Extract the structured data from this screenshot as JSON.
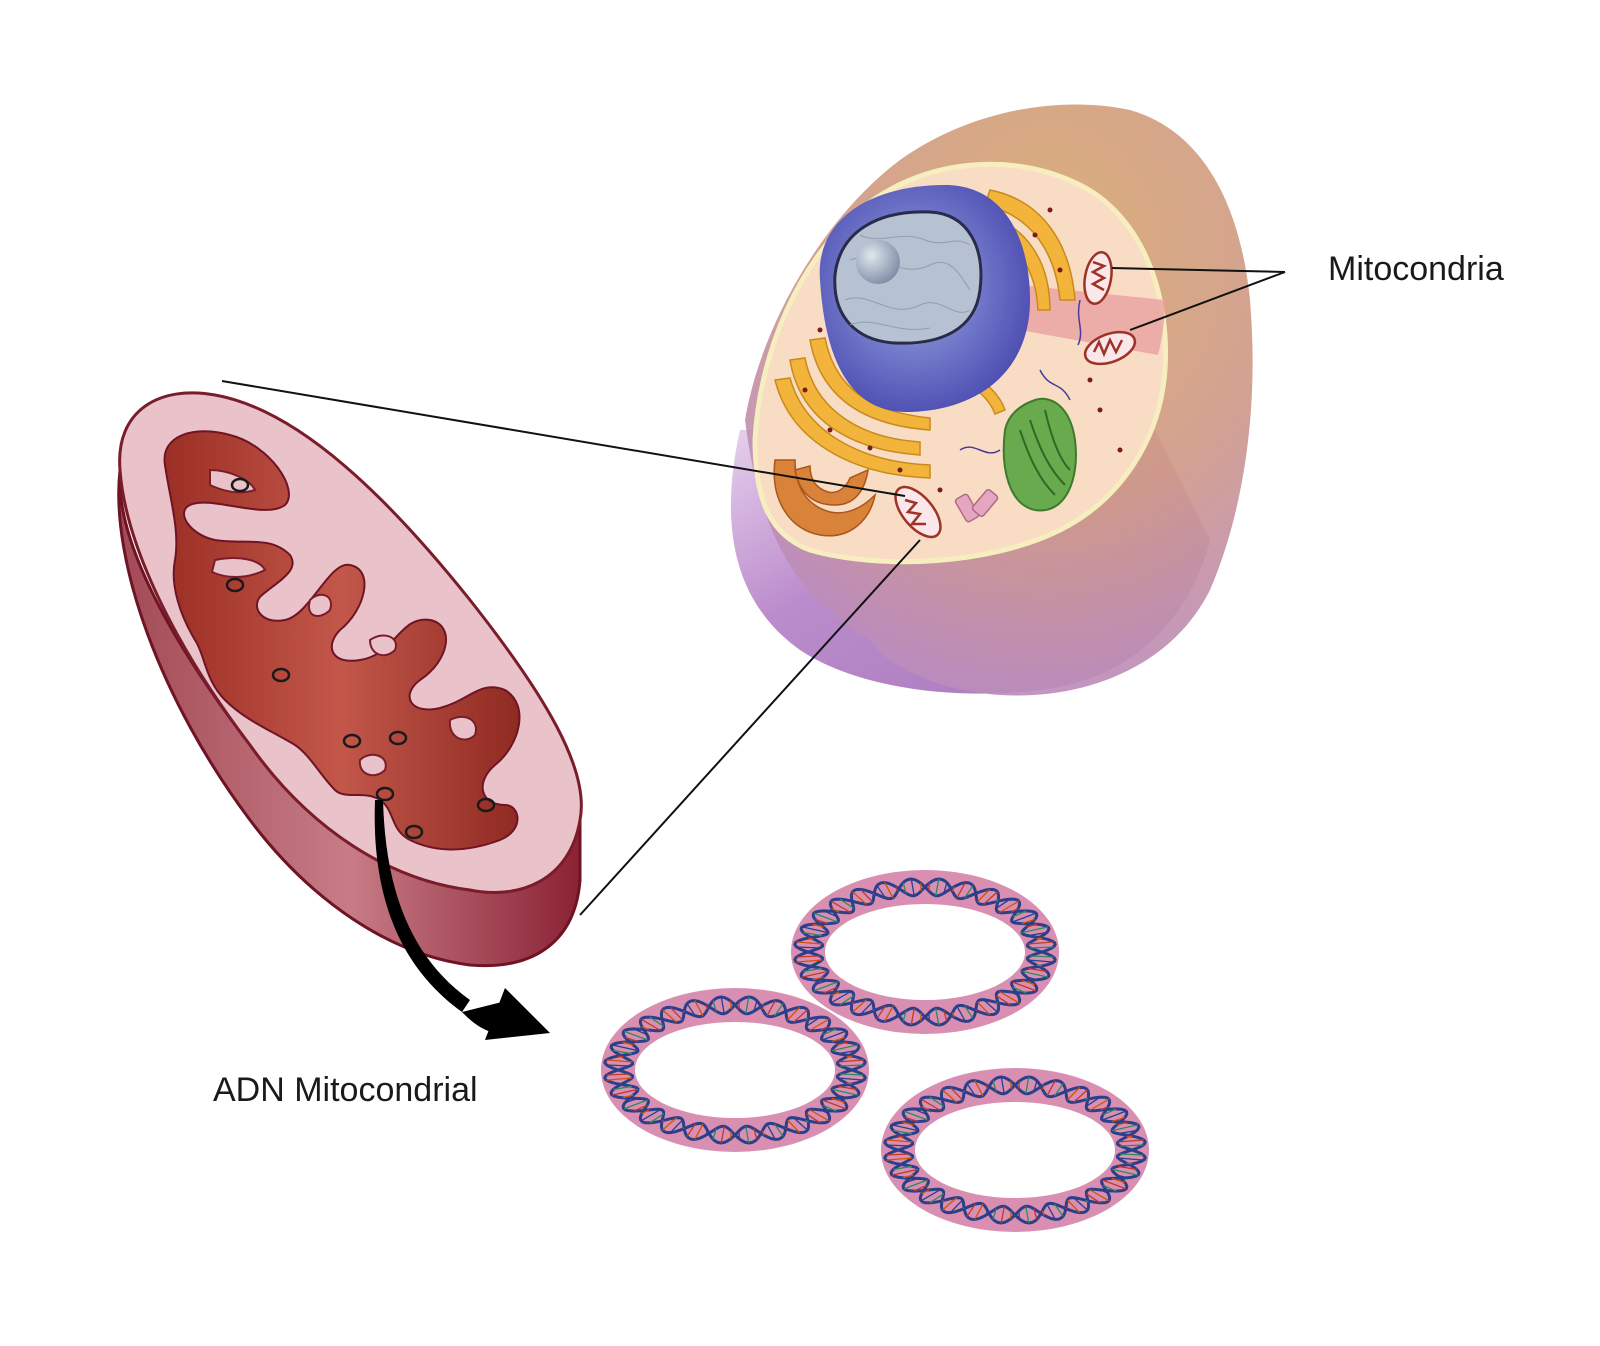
{
  "labels": {
    "mitochondria": "Mitocondria",
    "mitochondrial_dna": "ADN Mitocondrial"
  },
  "colors": {
    "cell_outer": "#d9a06f",
    "cell_lower": "#b98ac4",
    "cytoplasm": "#f7d6b6",
    "nucleus": "#5454b8",
    "nucleus_inner": "#aab6c8",
    "golgi": "#f2b43a",
    "rough_er": "#e8a23a",
    "chloroplast_like": "#6aaa4e",
    "mitochondrion_outer": "#e9c3c9",
    "mitochondrion_inner": "#9d3327",
    "mitochondrion_edge": "#7a1c2a",
    "dna_ring": "#d98fb2",
    "dna_strand": "#2c3f8a"
  },
  "icons": [
    "cell",
    "mitochondrion",
    "mtdna-ring",
    "zoom-arrow"
  ]
}
